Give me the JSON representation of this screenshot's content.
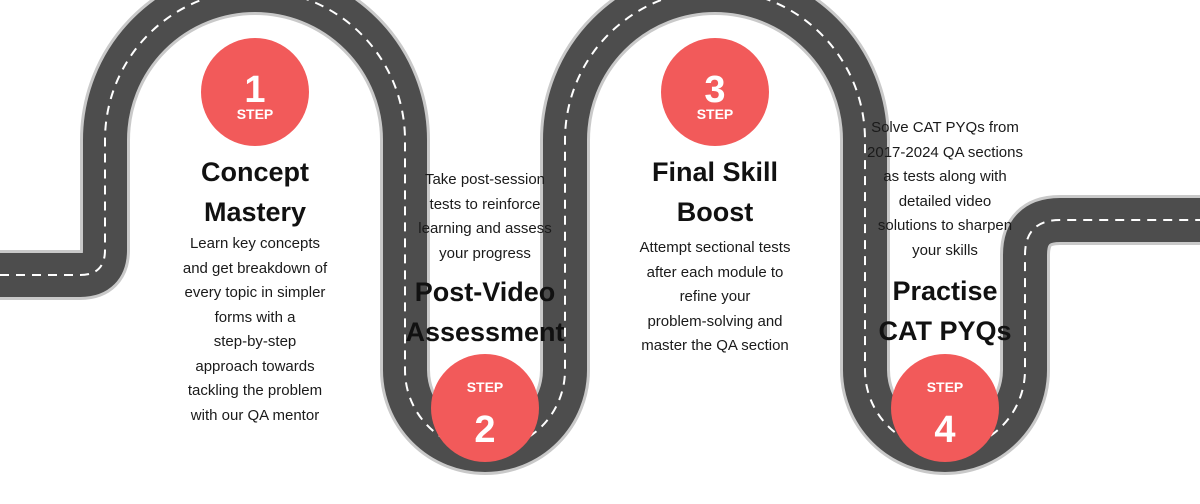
{
  "colors": {
    "road": "#4d4d4d",
    "road_edge": "#c9c9c9",
    "dash": "#ffffff",
    "badge": "#f25a5a",
    "text": "#111111"
  },
  "steps": [
    {
      "number": "1",
      "label": "STEP",
      "title_lines": [
        "Concept",
        "Mastery"
      ],
      "desc_lines": [
        "Learn key concepts",
        "and get breakdown of",
        "every topic in simpler",
        "forms with a",
        "step-by-step",
        "approach towards",
        "tackling the problem",
        "with our QA mentor"
      ]
    },
    {
      "number": "2",
      "label": "STEP",
      "title_lines": [
        "Post-Video",
        "Assessment"
      ],
      "desc_lines": [
        "Take post-session",
        "tests to reinforce",
        "learning and assess",
        "your progress"
      ]
    },
    {
      "number": "3",
      "label": "STEP",
      "title_lines": [
        "Final Skill",
        "Boost"
      ],
      "desc_lines": [
        "Attempt sectional tests",
        "after each module to",
        "refine your",
        "problem-solving and",
        "master the QA section"
      ]
    },
    {
      "number": "4",
      "label": "STEP",
      "title_lines": [
        "Practise",
        "CAT PYQs"
      ],
      "desc_lines": [
        "Solve CAT PYQs from",
        "2017-2024 QA sections",
        "as tests along with",
        "detailed video",
        "solutions to sharpen",
        "your skills"
      ]
    }
  ]
}
